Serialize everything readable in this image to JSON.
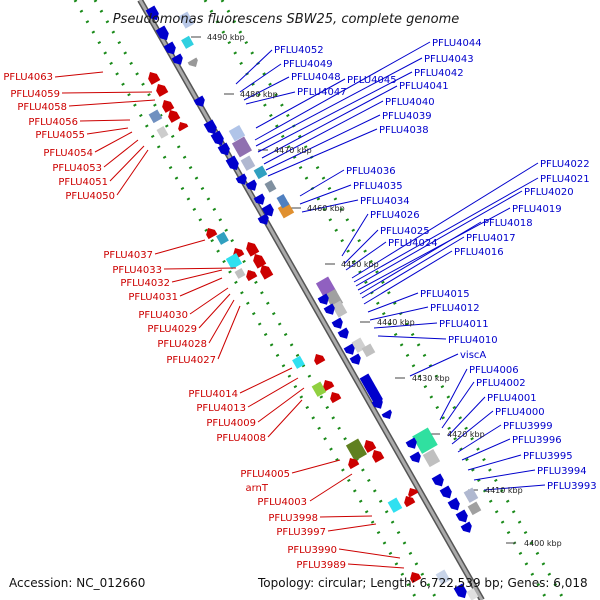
{
  "header": {
    "title": "Pseudomonas fluorescens SBW25, complete genome"
  },
  "footer": {
    "accession": "Accession: NC_012660",
    "topology": "Topology: circular; Length: 6,722,539 bp; Genes: 6,018"
  },
  "colors": {
    "forward_strand": "#0000cc",
    "reverse_strand": "#cc0000",
    "backbone": "#888888",
    "tick_dots": "#1a8a1a"
  },
  "kbp_ticks": [
    {
      "label": "4490 kbp"
    },
    {
      "label": "4480 kbp"
    },
    {
      "label": "4470 kbp"
    },
    {
      "label": "4460 kbp"
    },
    {
      "label": "4450 kbp"
    },
    {
      "label": "4440 kbp"
    },
    {
      "label": "4430 kbp"
    },
    {
      "label": "4420 kbp"
    },
    {
      "label": "4410 kbp"
    },
    {
      "label": "4400 kbp"
    }
  ],
  "left_labels": [
    "PFLU4063",
    "PFLU4059",
    "PFLU4058",
    "PFLU4056",
    "PFLU4055",
    "PFLU4054",
    "PFLU4053",
    "PFLU4051",
    "PFLU4050",
    "PFLU4037",
    "PFLU4033",
    "PFLU4032",
    "PFLU4031",
    "PFLU4030",
    "PFLU4029",
    "PFLU4028",
    "PFLU4027",
    "PFLU4014",
    "PFLU4013",
    "PFLU4009",
    "PFLU4008",
    "PFLU4005",
    "arnT",
    "PFLU4003",
    "PFLU3998",
    "PFLU3997",
    "PFLU3990",
    "PFLU3989"
  ],
  "right_labels": [
    "PFLU4052",
    "PFLU4049",
    "PFLU4048",
    "PFLU4047",
    "PFLU4045",
    "PFLU4044",
    "PFLU4043",
    "PFLU4042",
    "PFLU4041",
    "PFLU4040",
    "PFLU4039",
    "PFLU4038",
    "PFLU4036",
    "PFLU4035",
    "PFLU4034",
    "PFLU4026",
    "PFLU4025",
    "PFLU4024",
    "PFLU4022",
    "PFLU4021",
    "PFLU4020",
    "PFLU4019",
    "PFLU4018",
    "PFLU4017",
    "PFLU4016",
    "PFLU4015",
    "PFLU4012",
    "PFLU4011",
    "PFLU4010",
    "viscA",
    "PFLU4006",
    "PFLU4002",
    "PFLU4001",
    "PFLU4000",
    "PFLU3999",
    "PFLU3996",
    "PFLU3995",
    "PFLU3994",
    "PFLU3993"
  ]
}
